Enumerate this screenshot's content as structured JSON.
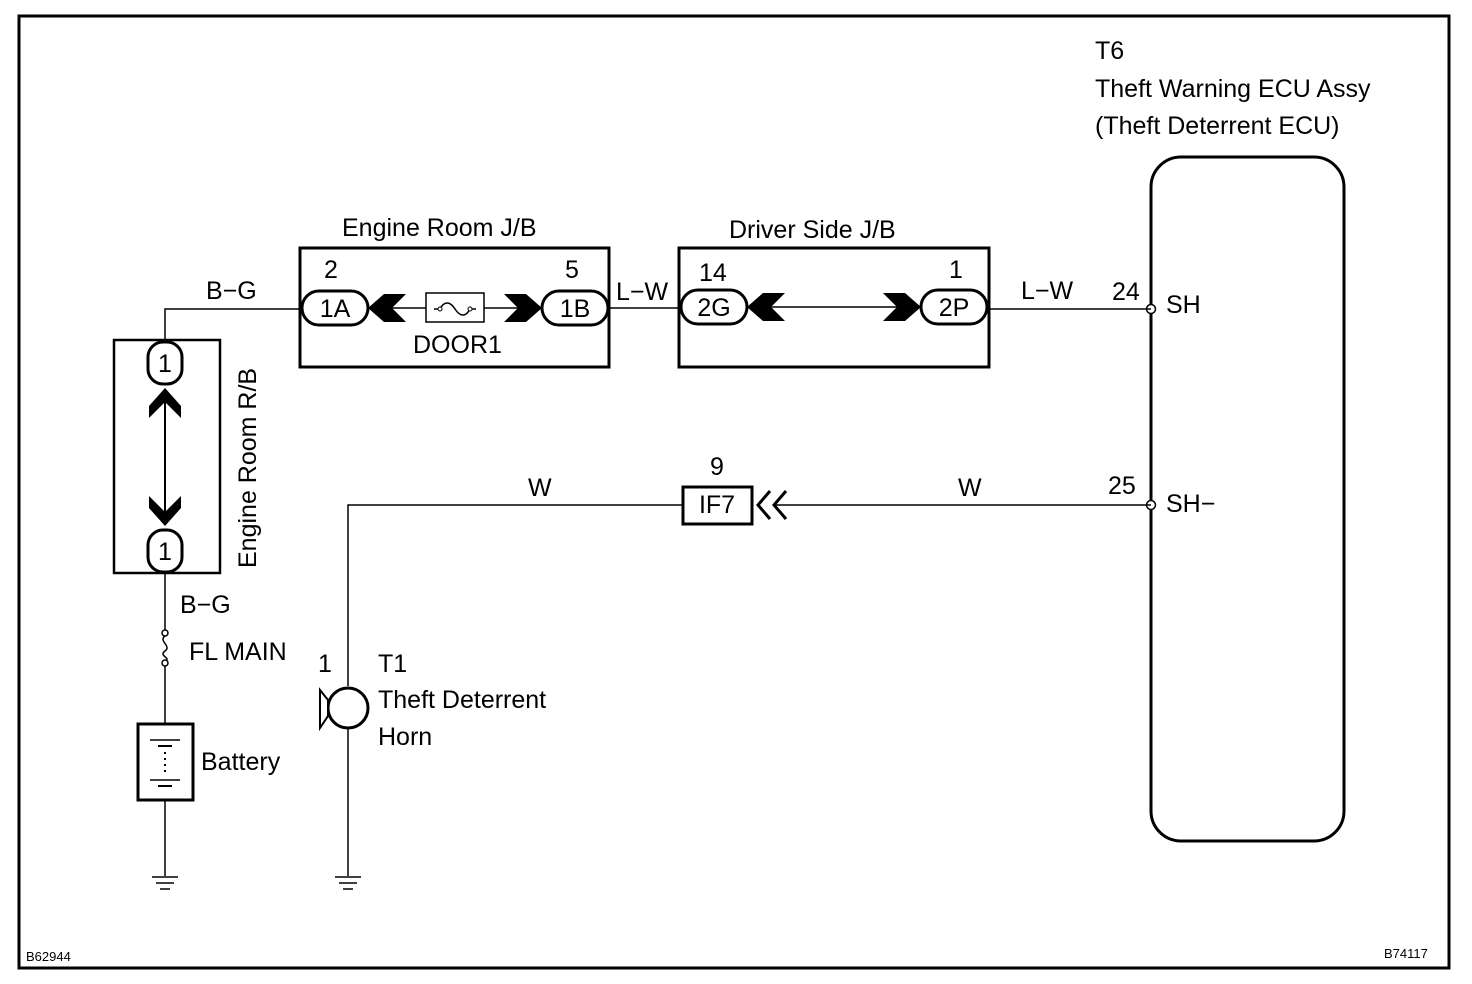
{
  "ecu": {
    "code": "T6",
    "name": "Theft Warning ECU Assy",
    "alt_name": "(Theft Deterrent ECU)",
    "pin_sh_num": "24",
    "pin_sh_name": "SH",
    "pin_shm_num": "25",
    "pin_shm_name": "SH−"
  },
  "engine_room_jb": {
    "title": "Engine Room J/B",
    "pin_left_num": "2",
    "conn_left": "1A",
    "pin_right_num": "5",
    "conn_right": "1B",
    "fuse": "DOOR1"
  },
  "driver_side_jb": {
    "title": "Driver Side J/B",
    "pin_left_num": "14",
    "conn_left": "2G",
    "pin_right_num": "1",
    "conn_right": "2P"
  },
  "engine_room_rb": {
    "title": "Engine Room R/B",
    "conn_top": "1",
    "conn_bottom": "1"
  },
  "wires": {
    "bg_top": "B−G",
    "bg_bottom": "B−G",
    "lw_1": "L−W",
    "lw_2": "L−W",
    "w_left": "W",
    "w_right": "W"
  },
  "fuse_main": "FL MAIN",
  "battery": "Battery",
  "horn": {
    "pin": "1",
    "code": "T1",
    "name_line1": "Theft Deterrent",
    "name_line2": "Horn"
  },
  "junction_if7": {
    "pin": "9",
    "label": "IF7"
  },
  "footer": {
    "left_code": "B62944",
    "right_code": "B74117"
  }
}
